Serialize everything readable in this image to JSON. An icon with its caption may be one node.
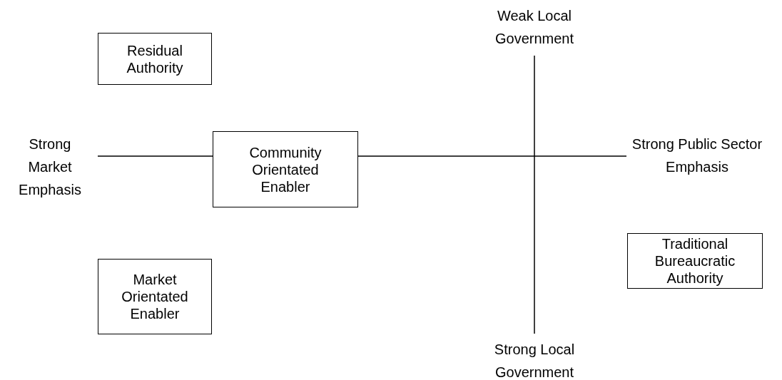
{
  "diagram": {
    "nodes": [
      {
        "text": [
          "Residual Authority"
        ]
      },
      {
        "text": [
          "Community Orientated Enabler"
        ]
      },
      {
        "text": [
          "Traditional Bureaucratic Authority"
        ]
      },
      {
        "text": [
          "Market Orientated Enabler"
        ]
      }
    ],
    "edges": [],
    "labels": [
      "Weak Local Government",
      "Strong Market Emphasis",
      "Strong Public Sector Emphasis",
      "Strong Local Government"
    ]
  }
}
